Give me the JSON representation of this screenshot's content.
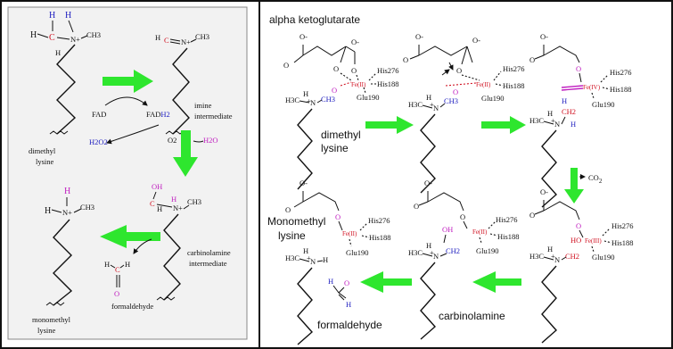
{
  "left": {
    "fad": "FAD",
    "fadh": "FAD",
    "fadh_h2": "H2",
    "o2": "O2",
    "h2o2": "H2O2",
    "h2o": "H2O",
    "dimethyl": [
      "dimethyl",
      "lysine"
    ],
    "imine": [
      "imine",
      "intermediate"
    ],
    "carbinol": [
      "carbinolamine",
      "intermediate"
    ],
    "formaldehyde": "formaldehyde",
    "monomethyl": [
      "monomethyl",
      "lysine"
    ],
    "atoms": {
      "H": "H",
      "C": "C",
      "N": "N+",
      "CH3": "CH3",
      "OH": "OH",
      "O": "O"
    }
  },
  "right": {
    "title": "alpha ketoglutarate",
    "his276": "His276",
    "his188": "His188",
    "glu190": "Glu190",
    "fe2": "Fe(II)",
    "fe4": "Fe(IV)",
    "fe3": "Fe(III)",
    "co2": "CO",
    "co2_sub": "2",
    "dimethyl": [
      "dimethyl",
      "lysine"
    ],
    "monomethyl": [
      "Monomethyl",
      "lysine"
    ],
    "carbinolamine": "carbinolamine",
    "formaldehyde": "formaldehyde",
    "atoms": {
      "H3C": "H3C",
      "N": "N",
      "H": "H",
      "CH3": "CH3",
      "CH2": "CH2",
      "OH": "OH",
      "HO": "HO",
      "O": "O",
      "Om": "O-",
      "plus": "+"
    }
  }
}
